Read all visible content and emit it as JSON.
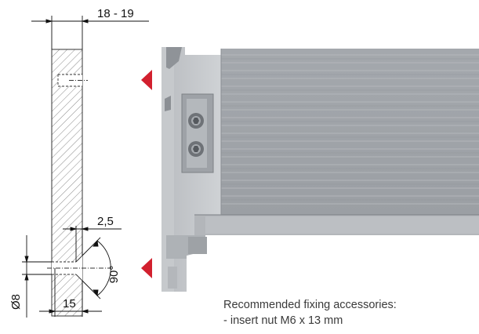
{
  "dimensions": {
    "thickness": "18 - 19",
    "countersink_depth": "2,5",
    "countersink_angle": "90°",
    "hole_diameter": "Ø8",
    "hole_offset": "15"
  },
  "note": {
    "heading": "Recommended fixing accessories:",
    "item": "- insert nut M6 x 13 mm"
  },
  "colors": {
    "arrow": "#d2202e",
    "hatch": "#555555",
    "extrusion": "#a9adb2"
  }
}
